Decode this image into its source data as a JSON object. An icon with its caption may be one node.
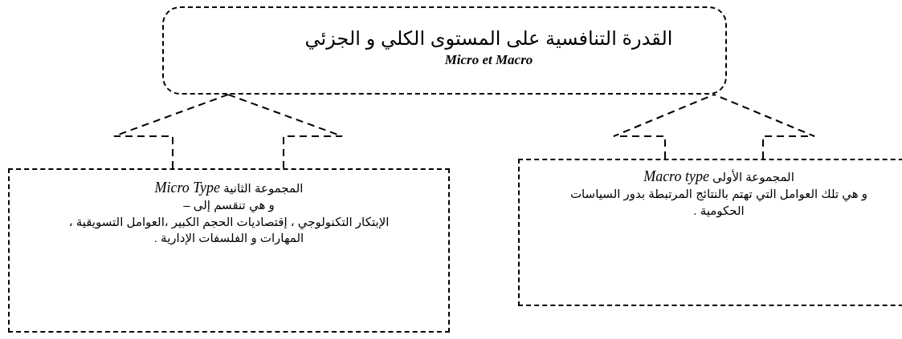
{
  "diagram": {
    "nodes": [
      {
        "text": [
          "القدرة التنافسية على المستوى الكلي و الجزئي",
          "Micro et Macro"
        ]
      },
      {
        "text": [
          "المجموعة الأولى *Macro type*",
          "و هي تلك العوامل التي تهتم بالنتائج المرتبطة بدور السياسات الحكومية ."
        ]
      },
      {
        "text": [
          "المجموعة الثانية *Micro Type*",
          "و هي تنقسم إلى –",
          "الإبتكار التكنولوجي ، إقتصاديات الحجم الكبير ،العوامل التسويقية ، المهارات و الفلسفات الإدارية ."
        ]
      }
    ],
    "edges": [
      {
        "from": 2,
        "to": 0,
        "arrow": "none"
      },
      {
        "from": 1,
        "to": 0,
        "arrow": "none"
      }
    ]
  }
}
